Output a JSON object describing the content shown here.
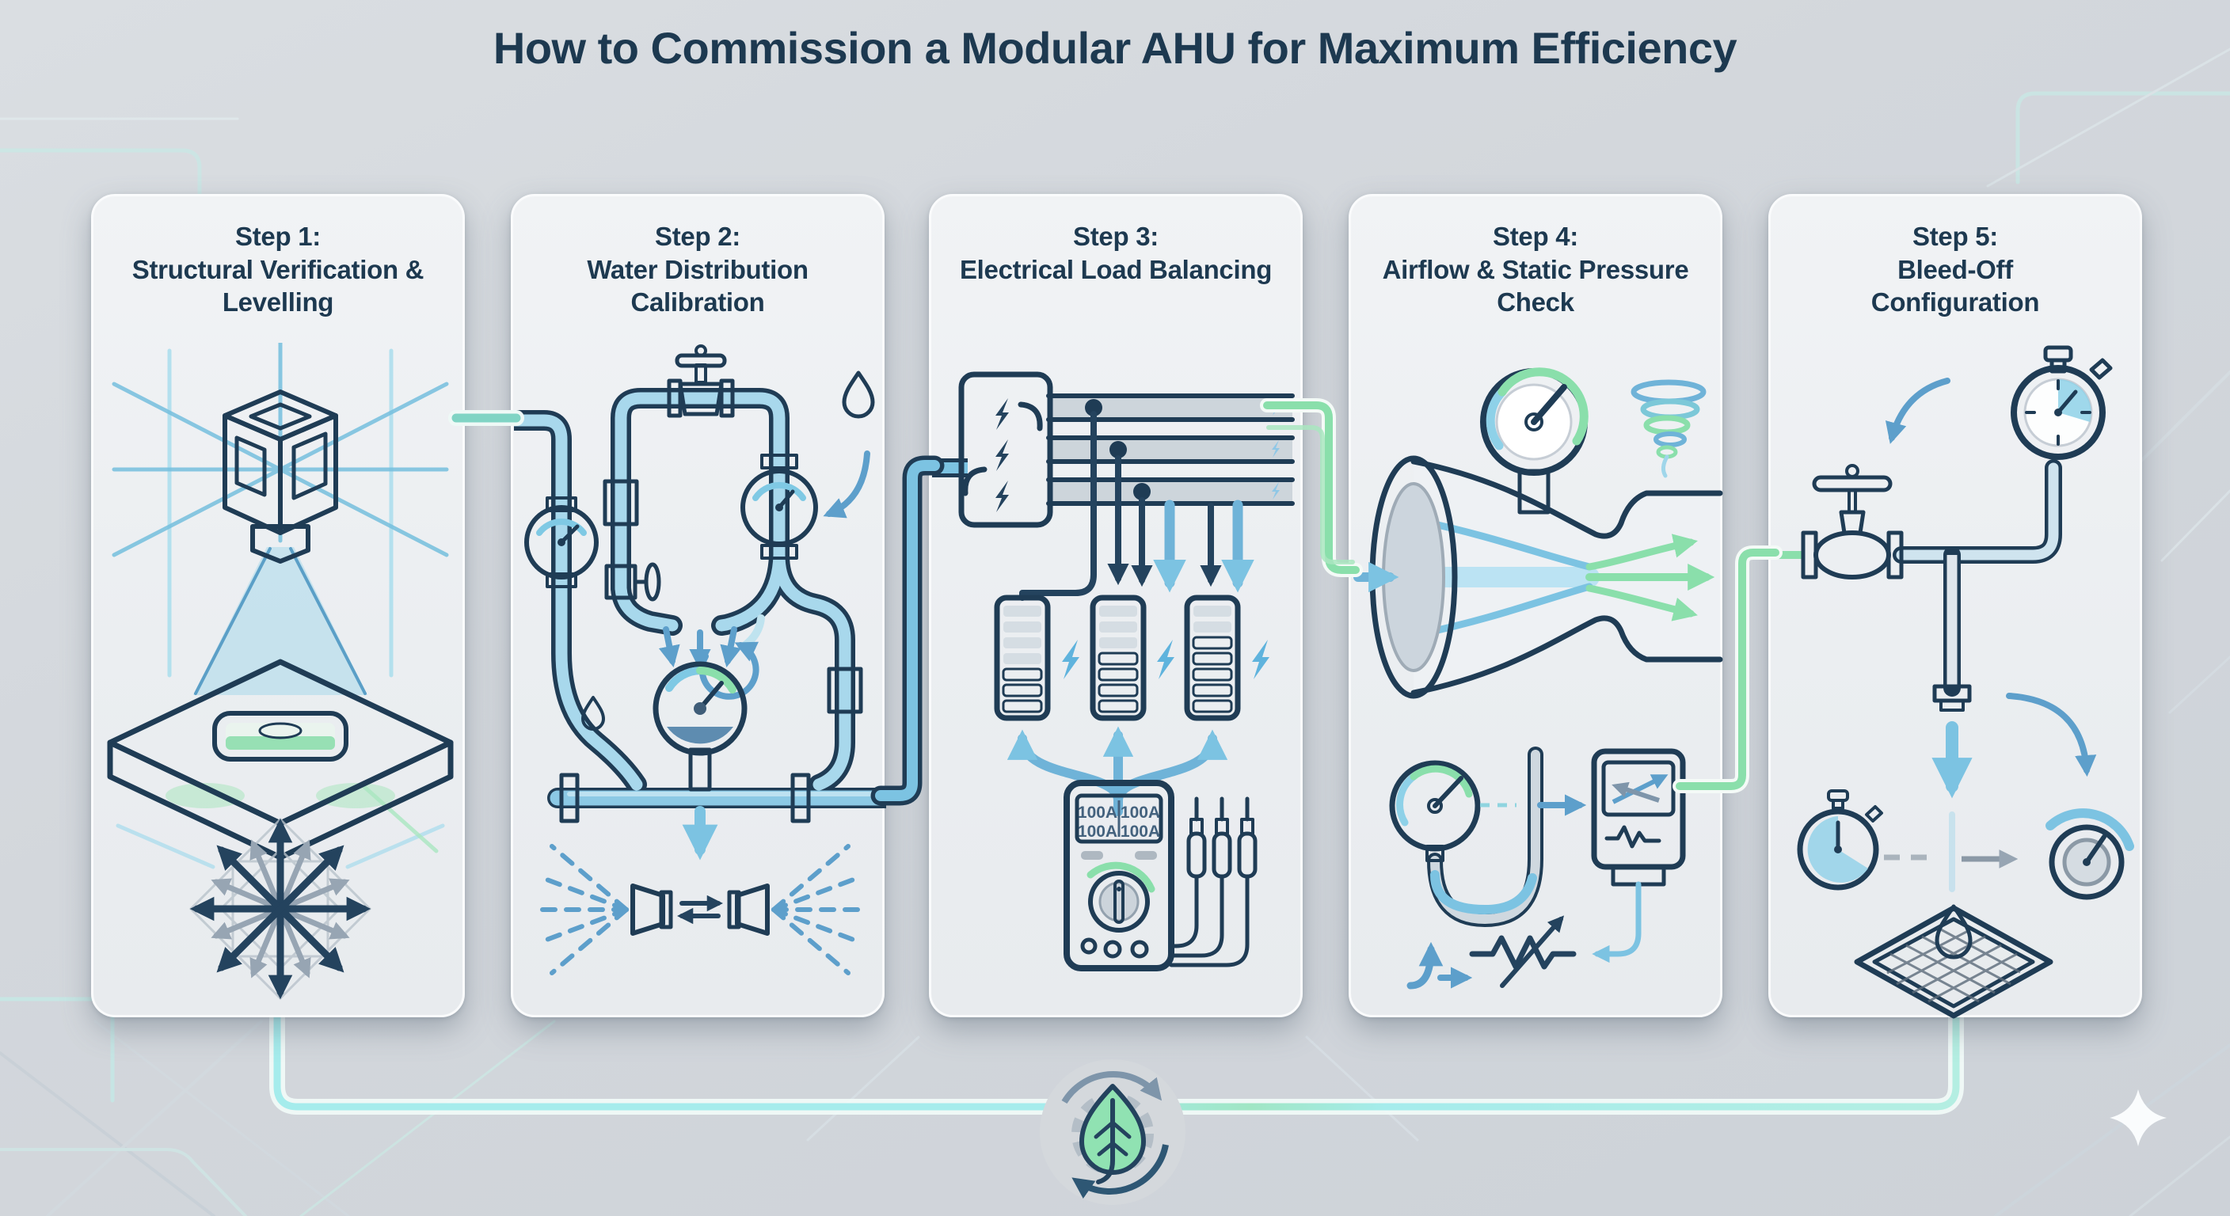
{
  "title": "How to Commission a Modular AHU for Maximum Efficiency",
  "steps": [
    {
      "label": "Step 1:",
      "name": "Structural Verification & Levelling",
      "icons": [
        "laser-level-icon",
        "laser-cross-lines-icon",
        "level-platform-icon",
        "spirit-level-icon",
        "alignment-arrows-icon"
      ]
    },
    {
      "label": "Step 2:",
      "name": "Water Distribution Calibration",
      "icons": [
        "pipe-loop-icon",
        "shutoff-valve-icon",
        "pressure-gauge-icon",
        "water-droplet-icon",
        "circulation-arrow-icon",
        "spray-nozzles-icon"
      ]
    },
    {
      "label": "Step 3:",
      "name": "Electrical Load Balancing",
      "icons": [
        "breaker-panel-icon",
        "lightning-bolt-icon",
        "busbar-icon",
        "load-level-bars-icon",
        "multimeter-icon",
        "probe-leads-icon"
      ],
      "multimeter": {
        "readings": [
          "100A",
          "100A",
          "100A",
          "100A"
        ],
        "divider": "|"
      }
    },
    {
      "label": "Step 4:",
      "name": "Airflow & Static Pressure Check",
      "icons": [
        "venturi-duct-icon",
        "airflow-arrows-icon",
        "pressure-gauge-icon",
        "vortex-icon",
        "u-tube-manometer-icon",
        "differential-meter-icon",
        "variable-resistor-icon"
      ]
    },
    {
      "label": "Step 5:",
      "name": "Bleed-Off Configuration",
      "icons": [
        "bleed-valve-icon",
        "stopwatch-icon",
        "timer-icon",
        "control-knob-icon",
        "drain-grate-icon",
        "water-droplet-icon"
      ]
    }
  ],
  "footer": {
    "logo": "leaf-gear-recycle-logo",
    "decoration": "sparkle"
  },
  "colors": {
    "navy": "#1f3c55",
    "accent_blue": "#5d9fcb",
    "pipe_blue": "#8cc9e5",
    "accent_green": "#8adfab",
    "cyan_flow_line": "#a5ecec",
    "card_bg": "#eef0f3",
    "page_bg": "#d3d7dc"
  }
}
